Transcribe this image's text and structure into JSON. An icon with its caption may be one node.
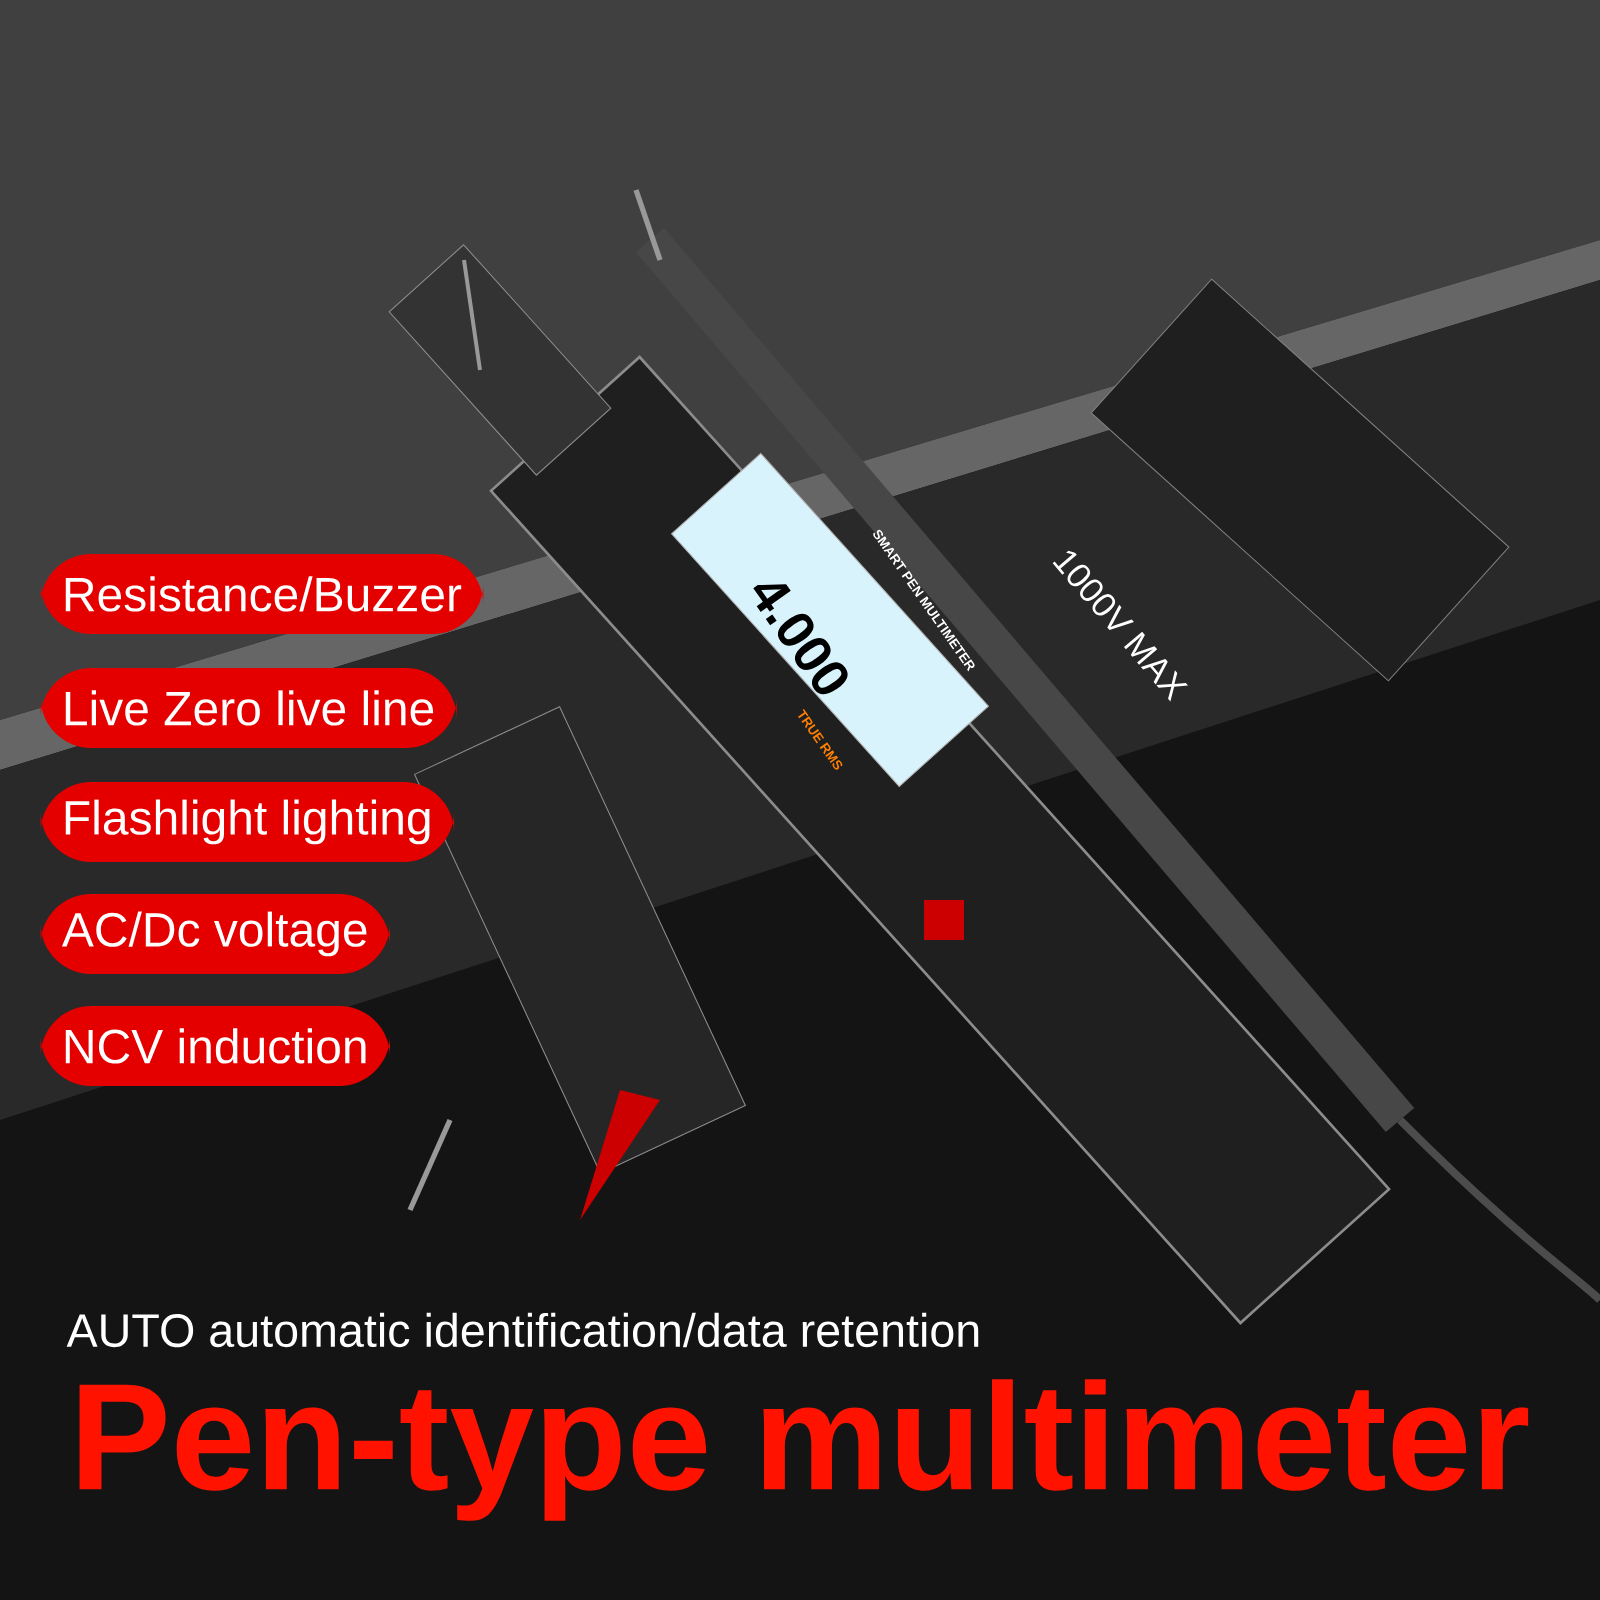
{
  "diagram": {
    "title": "Pen-type multimeter",
    "nodes": [
      {
        "text": [
          "Resistance/Buzzer"
        ]
      },
      {
        "text": [
          "Live Zero live line"
        ]
      },
      {
        "text": [
          "Flashlight lighting"
        ]
      },
      {
        "text": [
          "AC/Dc voltage"
        ]
      },
      {
        "text": [
          "NCV induction"
        ]
      }
    ],
    "edges": [],
    "labels": [
      "SMART PEN MULTIMETER",
      "4.000",
      "TRUE RMS",
      "1000V MAX",
      "AUTO automatic identification/data retention"
    ]
  }
}
